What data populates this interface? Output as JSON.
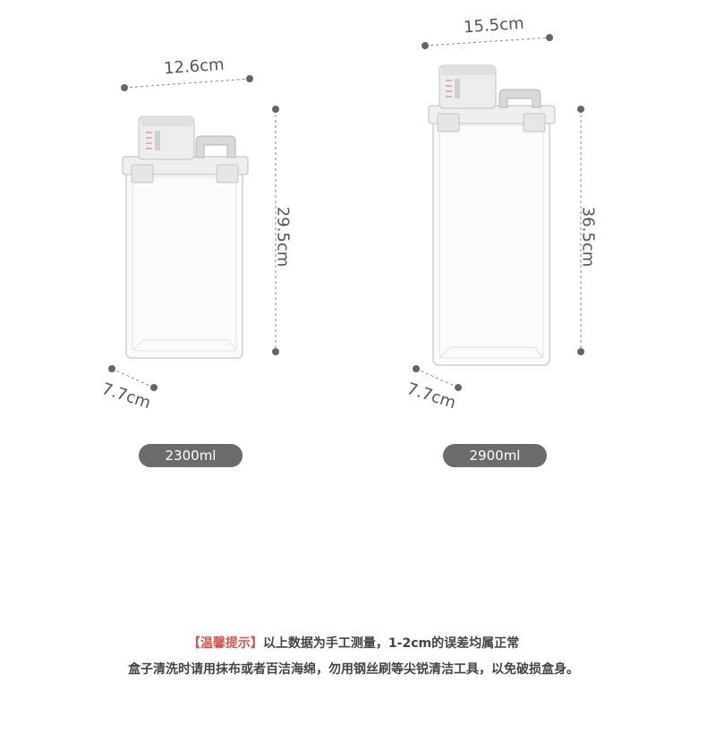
{
  "products": [
    {
      "width_label": "12.6cm",
      "height_label": "29.5cm",
      "depth_label": "7.7cm",
      "capacity": "2300ml"
    },
    {
      "width_label": "15.5cm",
      "height_label": "36.5cm",
      "depth_label": "7.7cm",
      "capacity": "2900ml"
    }
  ],
  "notice": {
    "tag": "【温馨提示】",
    "line1": "以上数据为手工测量，1-2cm的误差均属正常",
    "line2": "盒子清洗时请用抹布或者百洁海绵，勿用钢丝刷等尖锐清洁工具，以免破损盒身。"
  },
  "colors": {
    "pill": "#6b6b6b",
    "notice_tag": "#d9534f",
    "dimension_line": "#888888"
  }
}
